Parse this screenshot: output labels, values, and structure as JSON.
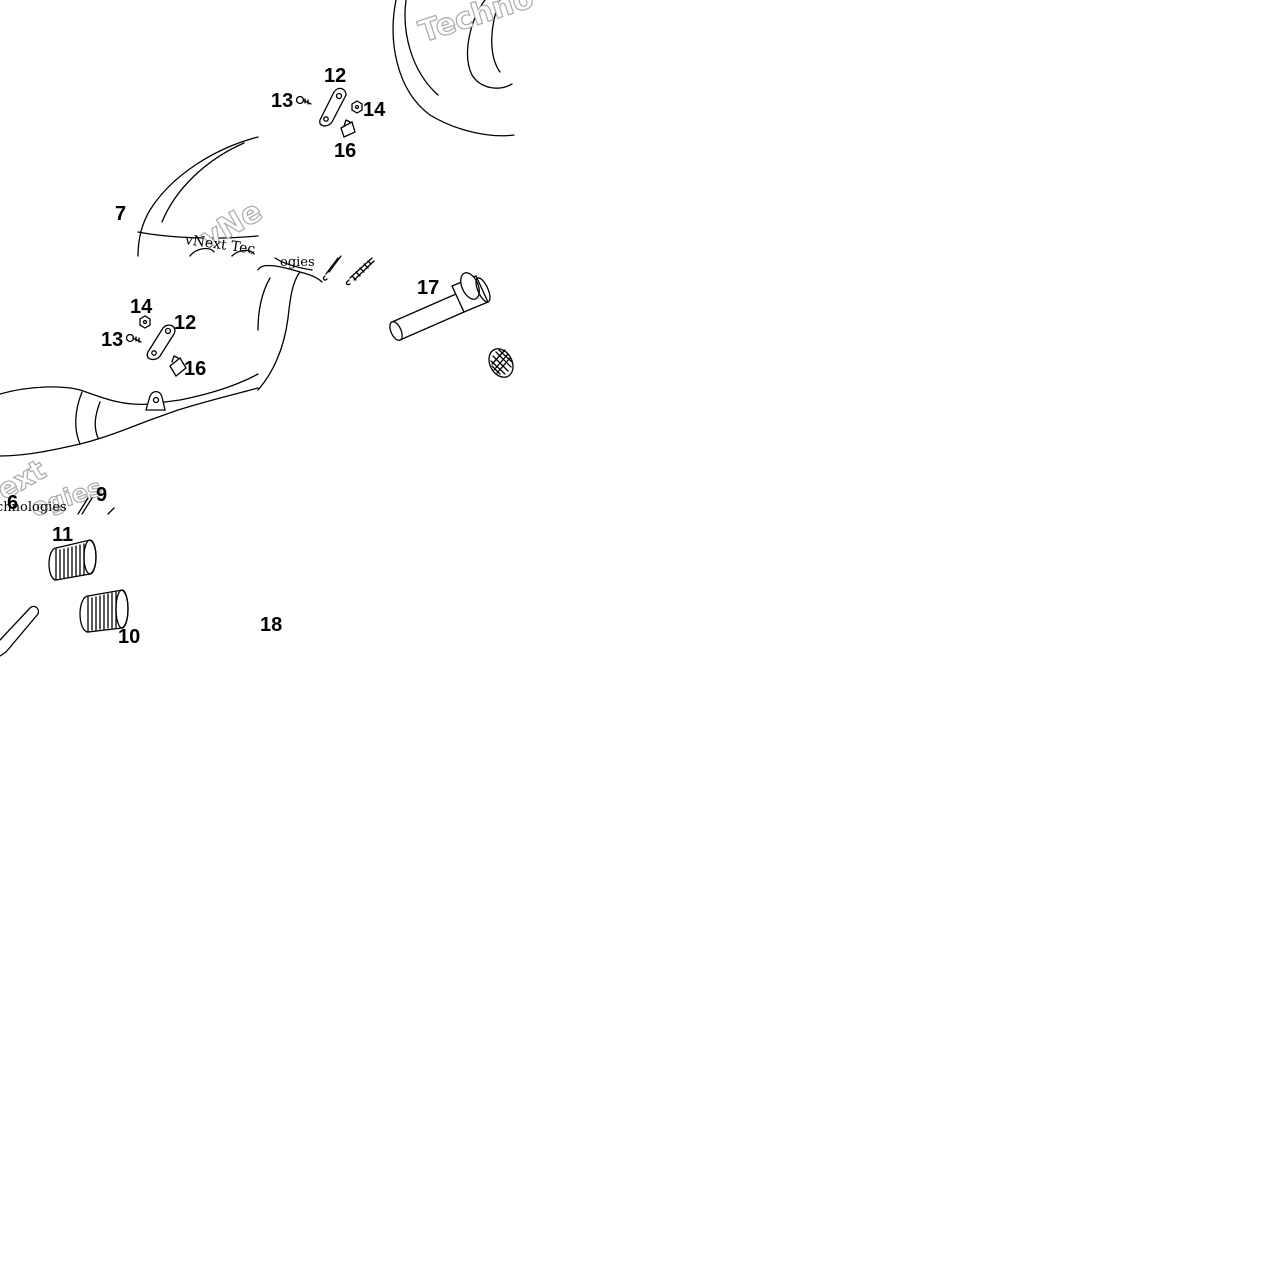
{
  "diagram": {
    "callouts": {
      "c6": "6",
      "c7": "7",
      "c9": "9",
      "c10": "10",
      "c11": "11",
      "c12_top": "12",
      "c12_mid": "12",
      "c13_top": "13",
      "c13_mid": "13",
      "c14_top": "14",
      "c14_mid": "14",
      "c16_top": "16",
      "c16_mid": "16",
      "c17": "17",
      "c18": "18"
    },
    "watermark": {
      "brand_top": "Techno",
      "brand_mid": "vNext Tec",
      "brand_mid2": "vNe",
      "brand_tag": "ogies",
      "brand_left": "ext",
      "brand_left2": "ogies",
      "brand_left3": "chnologies"
    }
  }
}
